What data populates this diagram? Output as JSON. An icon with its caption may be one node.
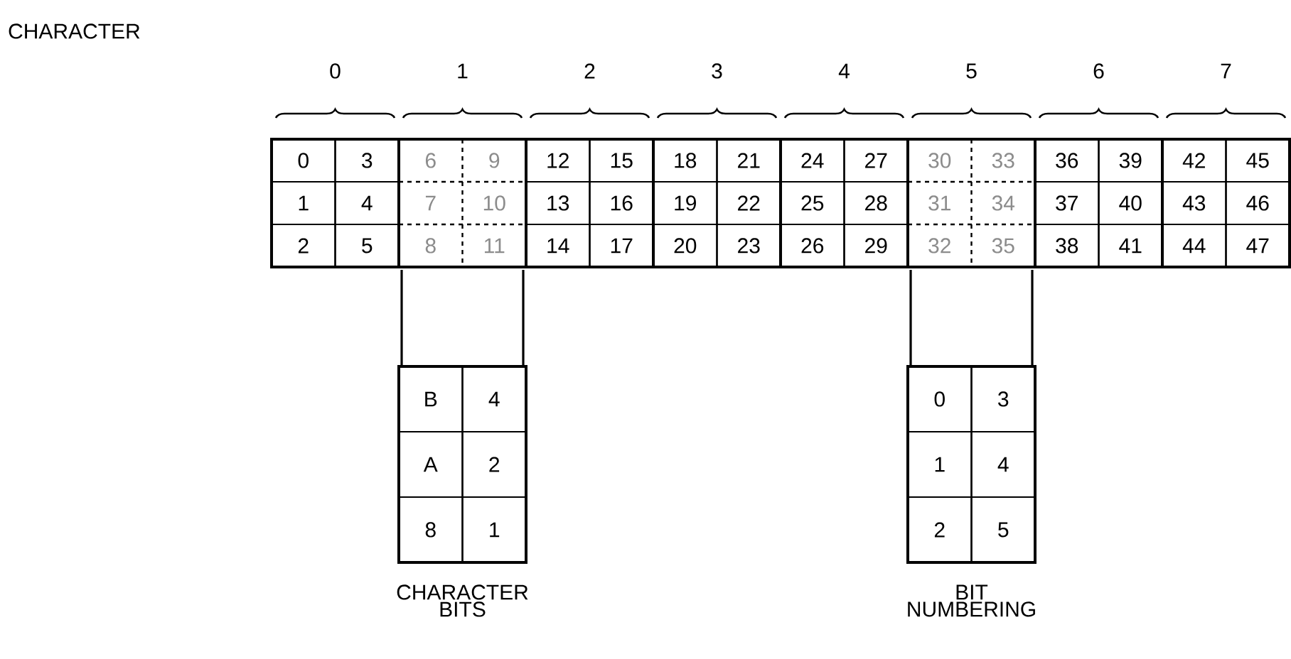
{
  "diagram": {
    "nodes": [
      {
        "text": [
          "0",
          "3",
          "1",
          "4",
          "2",
          "5"
        ],
        "beside": [
          "0"
        ]
      },
      {
        "text": [
          "6",
          "9",
          "7",
          "10",
          "8",
          "11"
        ],
        "beside": [
          "1"
        ]
      },
      {
        "text": [
          "12",
          "15",
          "13",
          "16",
          "14",
          "17"
        ],
        "beside": [
          "2"
        ]
      },
      {
        "text": [
          "18",
          "21",
          "19",
          "22",
          "20",
          "23"
        ],
        "beside": [
          "3"
        ]
      },
      {
        "text": [
          "24",
          "27",
          "25",
          "28",
          "26",
          "29"
        ],
        "beside": [
          "4"
        ]
      },
      {
        "text": [
          "30",
          "33",
          "31",
          "34",
          "32",
          "35"
        ],
        "beside": [
          "5"
        ]
      },
      {
        "text": [
          "36",
          "39",
          "37",
          "40",
          "38",
          "41"
        ],
        "beside": [
          "6"
        ]
      },
      {
        "text": [
          "42",
          "45",
          "43",
          "46",
          "44",
          "47"
        ],
        "beside": [
          "7"
        ]
      },
      {
        "text": [
          "B",
          "4",
          "A",
          "2",
          "8",
          "1"
        ],
        "beside": [
          "CHARACTER BITS"
        ]
      },
      {
        "text": [
          "0",
          "3",
          "1",
          "4",
          "2",
          "5"
        ],
        "beside": [
          "BIT NUMBERING"
        ]
      }
    ],
    "edges": [
      {
        "from": 1,
        "to": 8,
        "arrow": "none"
      },
      {
        "from": 5,
        "to": 9,
        "arrow": "none"
      }
    ],
    "labels": [
      "CHARACTER"
    ]
  }
}
